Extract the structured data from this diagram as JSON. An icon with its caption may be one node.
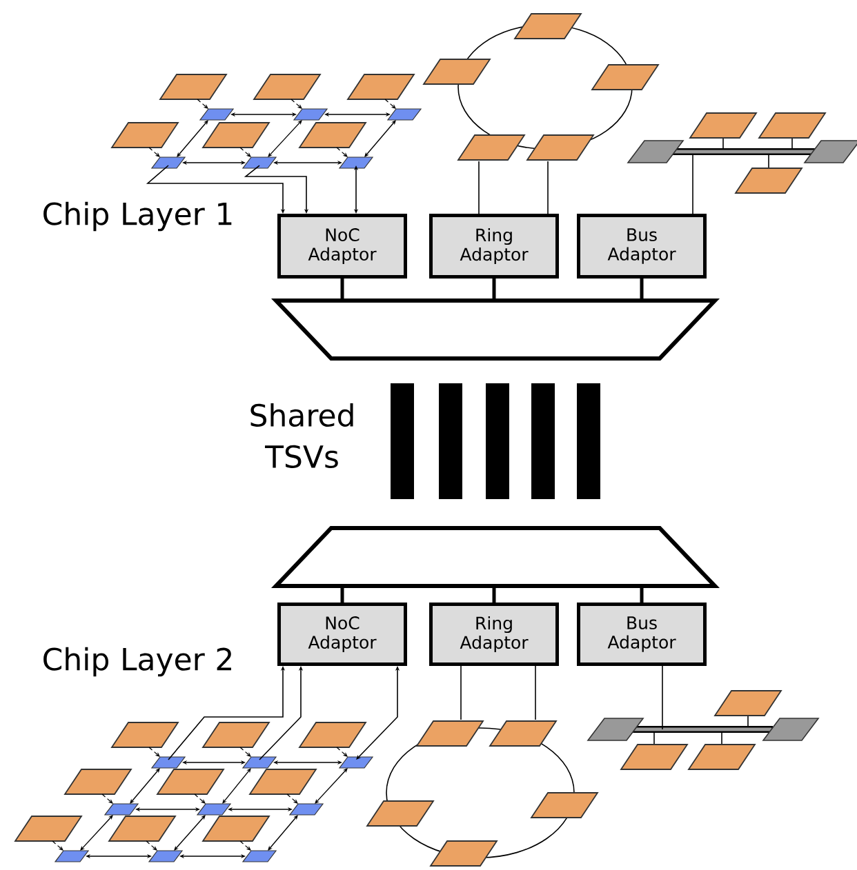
{
  "diagram": {
    "nodes": [
      {
        "text": [],
        "shape": "picture"
      },
      {
        "text": [],
        "shape": "circle"
      },
      {
        "text": [],
        "shape": "picture"
      },
      {
        "text": [
          "NoC Adaptor"
        ]
      },
      {
        "text": [
          "Ring Adaptor"
        ]
      },
      {
        "text": [
          "Bus Adaptor"
        ]
      },
      {
        "text": [],
        "shape": "trapezoid"
      },
      {
        "text": [],
        "shape": "trapezoid"
      },
      {
        "text": [
          "NoC Adaptor"
        ]
      },
      {
        "text": [
          "Ring Adaptor"
        ]
      },
      {
        "text": [
          "Bus Adaptor"
        ]
      },
      {
        "text": [],
        "shape": "picture"
      },
      {
        "text": [],
        "shape": "circle"
      },
      {
        "text": [],
        "shape": "picture"
      }
    ],
    "edges": [
      {
        "from": 0,
        "to": 3,
        "arrow": "to"
      },
      {
        "from": 0,
        "to": 3,
        "arrow": "to"
      },
      {
        "from": 0,
        "to": 3,
        "arrow": "both"
      },
      {
        "from": 1,
        "to": 4,
        "arrow": "none"
      },
      {
        "from": 1,
        "to": 4,
        "arrow": "none"
      },
      {
        "from": 2,
        "to": 5,
        "arrow": "none"
      },
      {
        "from": 3,
        "to": 6,
        "arrow": "none",
        "style": "thick"
      },
      {
        "from": 4,
        "to": 6,
        "arrow": "none",
        "style": "thick"
      },
      {
        "from": 5,
        "to": 6,
        "arrow": "none",
        "style": "thick"
      },
      {
        "from": 7,
        "to": 8,
        "arrow": "none",
        "style": "thick"
      },
      {
        "from": 7,
        "to": 9,
        "arrow": "none",
        "style": "thick"
      },
      {
        "from": 7,
        "to": 10,
        "arrow": "none",
        "style": "thick"
      },
      {
        "from": 11,
        "to": 8,
        "arrow": "to"
      },
      {
        "from": 11,
        "to": 8,
        "arrow": "to"
      },
      {
        "from": 11,
        "to": 8,
        "arrow": "both"
      },
      {
        "from": 12,
        "to": 9,
        "arrow": "none"
      },
      {
        "from": 12,
        "to": 9,
        "arrow": "none"
      },
      {
        "from": 13,
        "to": 10,
        "arrow": "none"
      }
    ],
    "labels": [
      "Chip Layer 1",
      "Shared TSVs",
      "Chip Layer 2"
    ]
  }
}
